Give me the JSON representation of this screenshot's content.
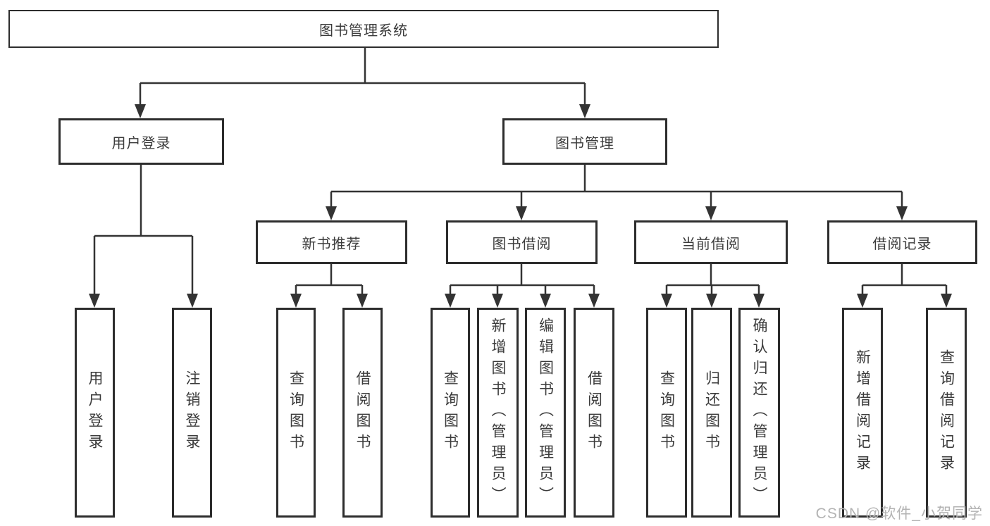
{
  "diagram": {
    "title": "图书管理系统",
    "tree": {
      "label": "图书管理系统",
      "children": [
        {
          "label": "用户登录",
          "children": [
            {
              "label": "用户登录"
            },
            {
              "label": "注销登录"
            }
          ]
        },
        {
          "label": "图书管理",
          "children": [
            {
              "label": "新书推荐",
              "children": [
                {
                  "label": "查询图书"
                },
                {
                  "label": "借阅图书"
                }
              ]
            },
            {
              "label": "图书借阅",
              "children": [
                {
                  "label": "查询图书"
                },
                {
                  "label": "新增图书（管理员）"
                },
                {
                  "label": "编辑图书（管理员）"
                },
                {
                  "label": "借阅图书"
                }
              ]
            },
            {
              "label": "当前借阅",
              "children": [
                {
                  "label": "查询图书"
                },
                {
                  "label": "归还图书"
                },
                {
                  "label": "确认归还（管理员）"
                }
              ]
            },
            {
              "label": "借阅记录",
              "children": [
                {
                  "label": "新增借阅记录"
                },
                {
                  "label": "查询借阅记录"
                }
              ]
            }
          ]
        }
      ]
    },
    "colors": {
      "line": "#333333",
      "box_border": "#2d2d2d",
      "text": "#3b3b3b",
      "background": "#ffffff",
      "watermark_text": "#b3b3b3"
    }
  },
  "watermark": {
    "text": "CSDN @软件_小贺同学"
  }
}
